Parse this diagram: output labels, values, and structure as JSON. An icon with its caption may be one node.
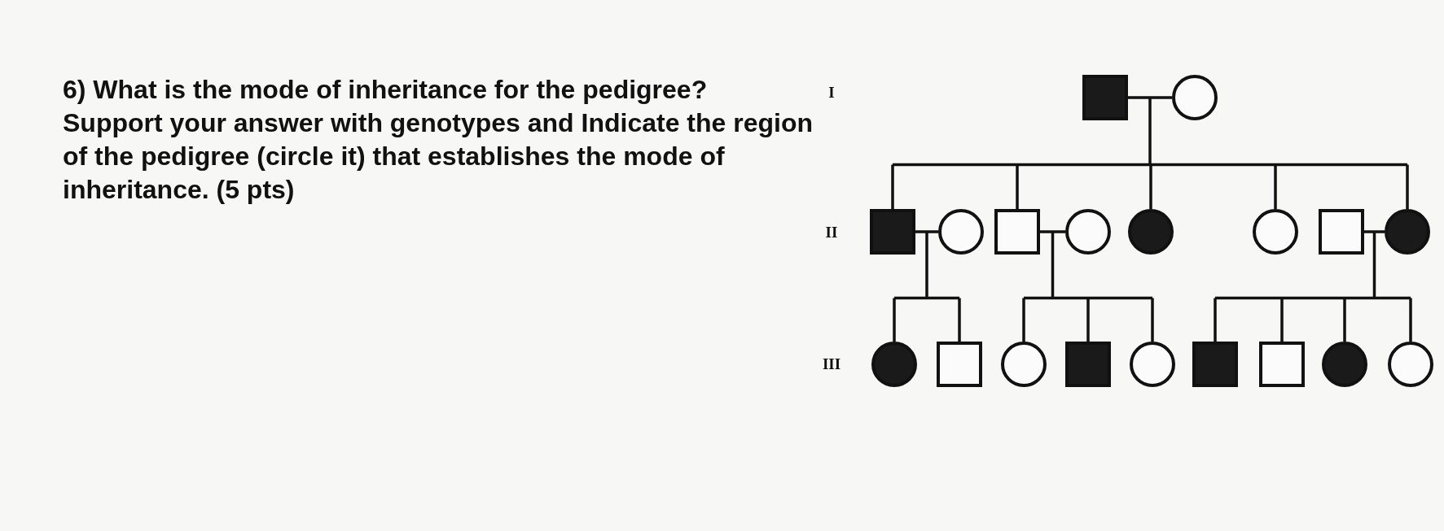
{
  "diagram": {
    "nodes": [
      {
        "text": [],
        "shape": "block"
      },
      {
        "text": [],
        "shape": "circle"
      },
      {
        "text": [],
        "shape": "block"
      },
      {
        "text": [],
        "shape": "circle"
      },
      {
        "text": [],
        "shape": "box"
      },
      {
        "text": [],
        "shape": "circle"
      },
      {
        "text": [],
        "shape": "disc"
      },
      {
        "text": [],
        "shape": "circle"
      },
      {
        "text": [],
        "shape": "box"
      },
      {
        "text": [],
        "shape": "disc"
      },
      {
        "text": [],
        "shape": "disc"
      },
      {
        "text": [],
        "shape": "box"
      },
      {
        "text": [],
        "shape": "circle"
      },
      {
        "text": [],
        "shape": "block"
      },
      {
        "text": [],
        "shape": "circle"
      },
      {
        "text": [],
        "shape": "block"
      },
      {
        "text": [],
        "shape": "box"
      },
      {
        "text": [],
        "shape": "disc"
      },
      {
        "text": [],
        "shape": "circle"
      }
    ],
    "edges": [
      {
        "from": 0,
        "to": 1,
        "arrow": "none"
      },
      {
        "from": 0,
        "to": 2,
        "arrow": "none"
      },
      {
        "from": 1,
        "to": 2,
        "arrow": "none"
      },
      {
        "from": 0,
        "to": 4,
        "arrow": "none"
      },
      {
        "from": 1,
        "to": 4,
        "arrow": "none"
      },
      {
        "from": 0,
        "to": 6,
        "arrow": "none"
      },
      {
        "from": 1,
        "to": 6,
        "arrow": "none"
      },
      {
        "from": 0,
        "to": 7,
        "arrow": "none"
      },
      {
        "from": 1,
        "to": 7,
        "arrow": "none"
      },
      {
        "from": 0,
        "to": 9,
        "arrow": "none"
      },
      {
        "from": 1,
        "to": 9,
        "arrow": "none"
      },
      {
        "from": 2,
        "to": 3,
        "arrow": "none"
      },
      {
        "from": 4,
        "to": 5,
        "arrow": "none"
      },
      {
        "from": 8,
        "to": 9,
        "arrow": "none"
      },
      {
        "from": 2,
        "to": 10,
        "arrow": "none"
      },
      {
        "from": 3,
        "to": 10,
        "arrow": "none"
      },
      {
        "from": 2,
        "to": 11,
        "arrow": "none"
      },
      {
        "from": 3,
        "to": 11,
        "arrow": "none"
      },
      {
        "from": 4,
        "to": 12,
        "arrow": "none"
      },
      {
        "from": 5,
        "to": 12,
        "arrow": "none"
      },
      {
        "from": 4,
        "to": 13,
        "arrow": "none"
      },
      {
        "from": 5,
        "to": 13,
        "arrow": "none"
      },
      {
        "from": 4,
        "to": 14,
        "arrow": "none"
      },
      {
        "from": 5,
        "to": 14,
        "arrow": "none"
      },
      {
        "from": 8,
        "to": 15,
        "arrow": "none"
      },
      {
        "from": 9,
        "to": 15,
        "arrow": "none"
      },
      {
        "from": 8,
        "to": 16,
        "arrow": "none"
      },
      {
        "from": 9,
        "to": 16,
        "arrow": "none"
      },
      {
        "from": 8,
        "to": 17,
        "arrow": "none"
      },
      {
        "from": 9,
        "to": 17,
        "arrow": "none"
      },
      {
        "from": 8,
        "to": 18,
        "arrow": "none"
      },
      {
        "from": 9,
        "to": 18,
        "arrow": "none"
      }
    ],
    "labels": [
      "6) What is the mode of inheritance for the pedigree? Support your answer with genotypes and Indicate the region of the pedigree (circle it) that establishes the mode of inheritance. (5 pts)",
      "I",
      "II",
      "III"
    ]
  }
}
